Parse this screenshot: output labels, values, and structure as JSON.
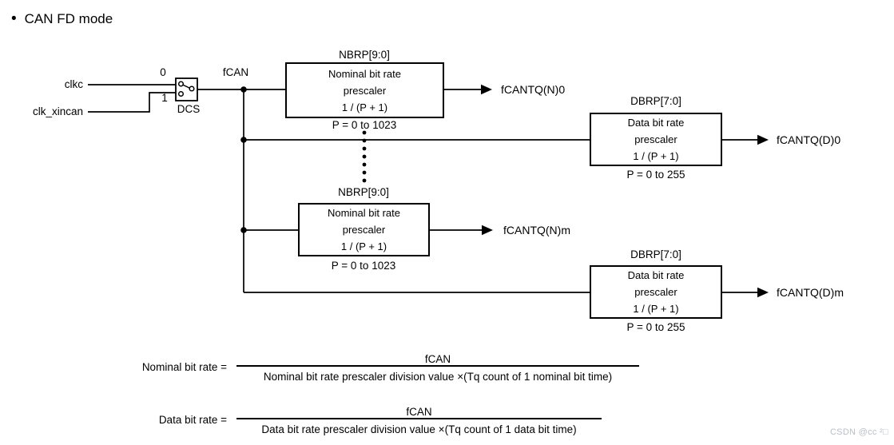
{
  "title": {
    "bullet": "•",
    "text": "CAN FD mode"
  },
  "clock_mux": {
    "input_top": "clkc",
    "input_bottom": "clk_xincan",
    "select_top": "0",
    "select_bottom": "1",
    "label": "DCS",
    "output": "fCAN"
  },
  "prescalers": [
    {
      "register": "NBRP[9:0]",
      "body": "Nominal bit rate\nprescaler\n1 / (P + 1)",
      "range": "P = 0 to 1023",
      "output": "fCANTQ(N)0"
    },
    {
      "register": "DBRP[7:0]",
      "body": "Data bit rate\nprescaler\n1 / (P + 1)",
      "range": "P = 0 to 255",
      "output": "fCANTQ(D)0"
    },
    {
      "register": "NBRP[9:0]",
      "body": "Nominal bit rate\nprescaler\n1 / (P + 1)",
      "range": "P = 0 to 1023",
      "output": "fCANTQ(N)m"
    },
    {
      "register": "DBRP[7:0]",
      "body": "Data bit rate\nprescaler\n1 / (P + 1)",
      "range": "P = 0 to 255",
      "output": "fCANTQ(D)m"
    }
  ],
  "equations": [
    {
      "label": "Nominal bit rate =",
      "numerator": "fCAN",
      "denominator": "Nominal bit rate prescaler division value ×(Tq count of 1 nominal bit time)"
    },
    {
      "label": "Data bit rate =",
      "numerator": "fCAN",
      "denominator": "Data bit rate prescaler division value ×(Tq count of 1 data bit time)"
    }
  ],
  "watermark": "CSDN @cc ²□",
  "colors": {
    "diagram": "#000000",
    "background": "#ffffff",
    "watermark": "#b9bfc4"
  }
}
